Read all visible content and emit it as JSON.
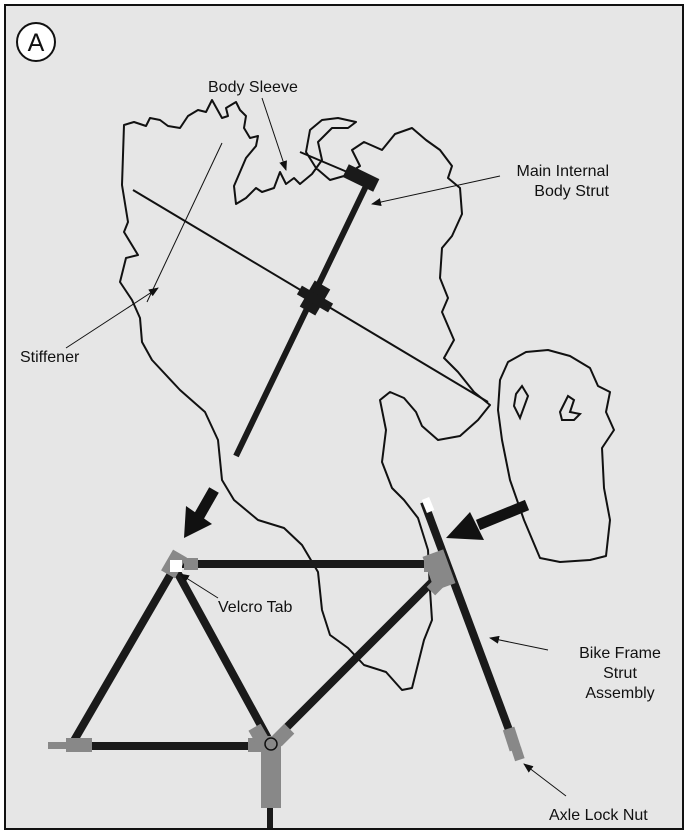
{
  "panel": {
    "badge_letter": "A",
    "background": "#e6e6e6",
    "border_color": "#111111"
  },
  "labels": {
    "body_sleeve": "Body Sleeve",
    "main_strut_line1": "Main Internal",
    "main_strut_line2": "Body Strut",
    "stiffener": "Stiffener",
    "velcro_tab": "Velcro Tab",
    "bike_frame_line1": "Bike Frame",
    "bike_frame_line2": "Strut",
    "bike_frame_line3": "Assembly",
    "axle_lock_nut": "Axle Lock Nut"
  },
  "colors": {
    "strut": "#1a1a1a",
    "joint": "#888888",
    "line": "#111111"
  }
}
